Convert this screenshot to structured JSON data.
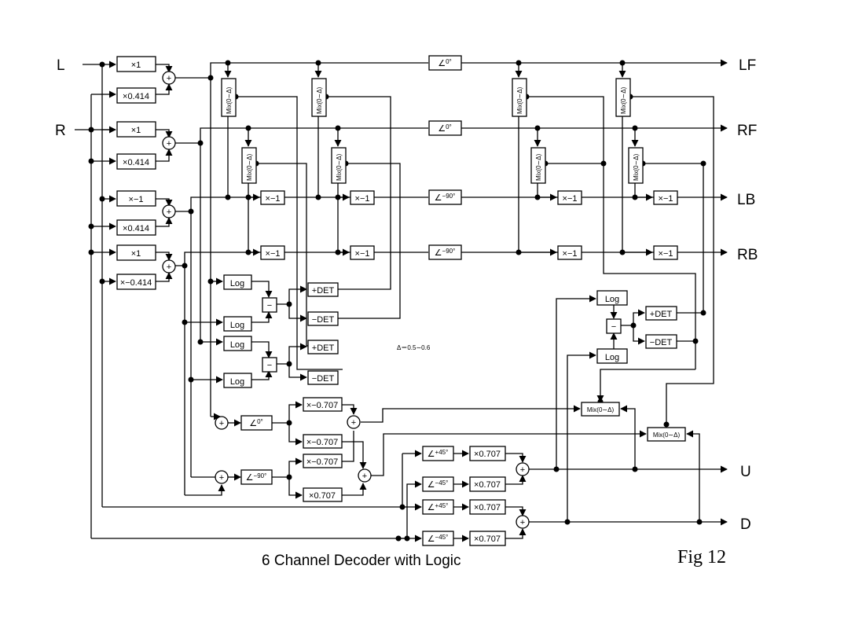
{
  "inputs": {
    "l": "L",
    "r": "R"
  },
  "outputs": {
    "lf": "LF",
    "rf": "RF",
    "lb": "LB",
    "rb": "RB",
    "u": "U",
    "d": "D"
  },
  "gain": {
    "x1": "×1",
    "xn1": "×−1",
    "x0414": "×0.414",
    "xn0414": "×−0.414",
    "xn0707": "×−0.707",
    "x0707": "×0.707"
  },
  "phase": {
    "p0": "0°",
    "n90": "−90°",
    "p45": "+45°",
    "n45": "−45°"
  },
  "blocks": {
    "log": "Log",
    "pdet": "+DET",
    "ndet": "−DET",
    "minus": "−",
    "plus": "+",
    "mix": "Mix(0∼Δ)"
  },
  "note": "Δ＝0.5∼0.6",
  "title": "6 Channel Decoder with Logic",
  "fig_label": "Fig 12"
}
